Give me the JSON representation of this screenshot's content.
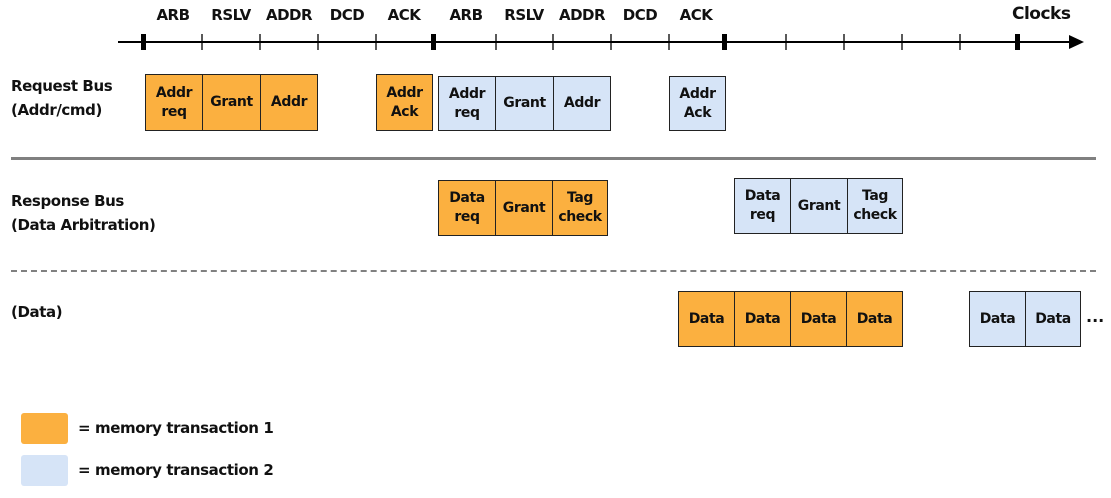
{
  "colors": {
    "transaction1": "#FBB040",
    "transaction2": "#D6E4F7",
    "divider": "#808080"
  },
  "timeline": {
    "phases": [
      "ARB",
      "RSLV",
      "ADDR",
      "DCD",
      "ACK",
      "ARB",
      "RSLV",
      "ADDR",
      "DCD",
      "ACK"
    ],
    "axis_label": "Clocks"
  },
  "rows": {
    "request": {
      "label": "Request Bus\n(Addr/cmd)",
      "boxes": [
        {
          "text": "Addr\nreq",
          "txn": 1
        },
        {
          "text": "Grant",
          "txn": 1
        },
        {
          "text": "Addr",
          "txn": 1
        },
        {
          "text": "Addr\nAck",
          "txn": 1
        },
        {
          "text": "Addr\nreq",
          "txn": 2
        },
        {
          "text": "Grant",
          "txn": 2
        },
        {
          "text": "Addr",
          "txn": 2
        },
        {
          "text": "Addr\nAck",
          "txn": 2
        }
      ]
    },
    "response": {
      "label": "Response Bus\n(Data Arbitration)",
      "boxes": [
        {
          "text": "Data\nreq",
          "txn": 1
        },
        {
          "text": "Grant",
          "txn": 1
        },
        {
          "text": "Tag\ncheck",
          "txn": 1
        },
        {
          "text": "Data\nreq",
          "txn": 2
        },
        {
          "text": "Grant",
          "txn": 2
        },
        {
          "text": "Tag\ncheck",
          "txn": 2
        }
      ]
    },
    "data": {
      "label": "(Data)",
      "boxes": [
        {
          "text": "Data",
          "txn": 1
        },
        {
          "text": "Data",
          "txn": 1
        },
        {
          "text": "Data",
          "txn": 1
        },
        {
          "text": "Data",
          "txn": 1
        },
        {
          "text": "Data",
          "txn": 2
        },
        {
          "text": "Data",
          "txn": 2
        }
      ],
      "continuation": "..."
    }
  },
  "legend": [
    {
      "text": "= memory transaction 1",
      "txn": 1
    },
    {
      "text": "= memory transaction 2",
      "txn": 2
    }
  ]
}
